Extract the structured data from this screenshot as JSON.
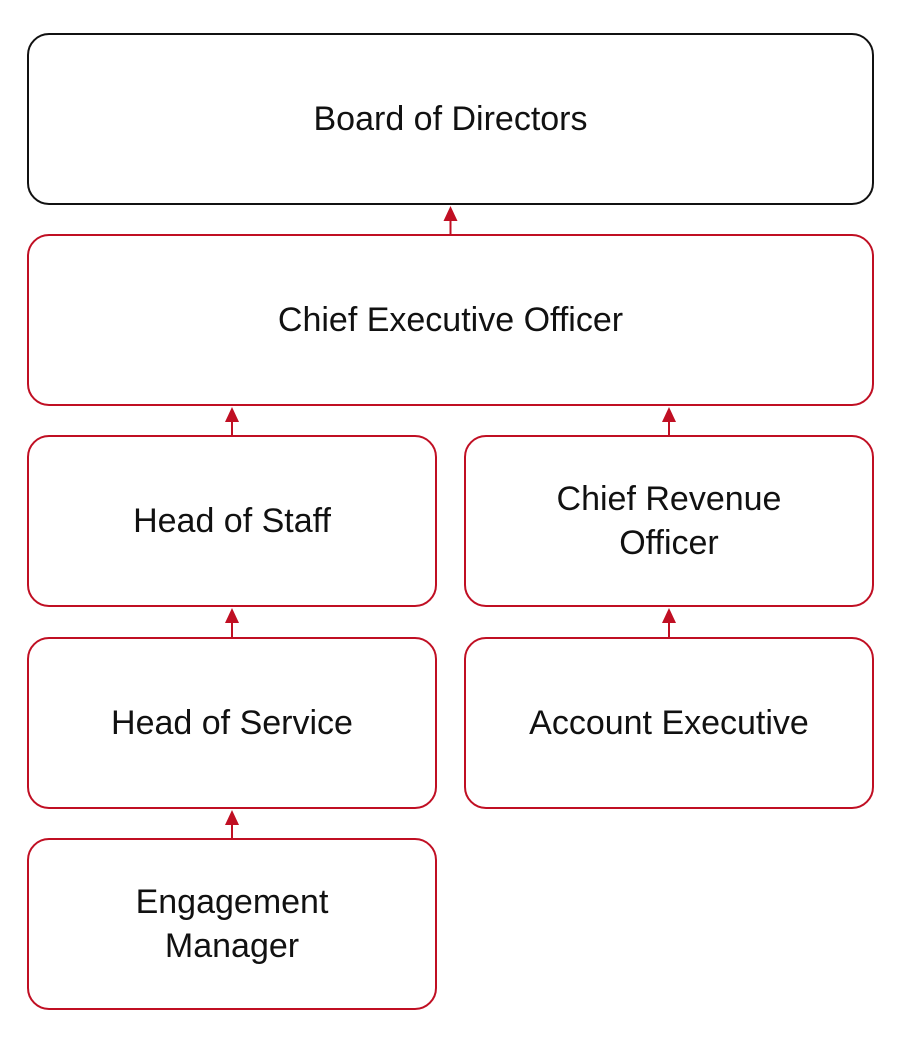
{
  "colors": {
    "accent": "#c00f23",
    "root_border": "#111111",
    "text": "#111111",
    "background": "#ffffff"
  },
  "nodes": {
    "board": {
      "label": "Board of Directors"
    },
    "ceo": {
      "label": "Chief Executive Officer"
    },
    "head_of_staff": {
      "label": "Head of Staff"
    },
    "cro": {
      "label": "Chief Revenue\nOfficer"
    },
    "head_of_service": {
      "label": "Head of Service"
    },
    "account_executive": {
      "label": "Account Executive"
    },
    "engagement_manager": {
      "label": "Engagement\nManager"
    }
  },
  "edges": [
    {
      "from": "ceo",
      "to": "board"
    },
    {
      "from": "head_of_staff",
      "to": "ceo"
    },
    {
      "from": "cro",
      "to": "ceo"
    },
    {
      "from": "head_of_service",
      "to": "head_of_staff"
    },
    {
      "from": "account_executive",
      "to": "cro"
    },
    {
      "from": "engagement_manager",
      "to": "head_of_service"
    }
  ]
}
